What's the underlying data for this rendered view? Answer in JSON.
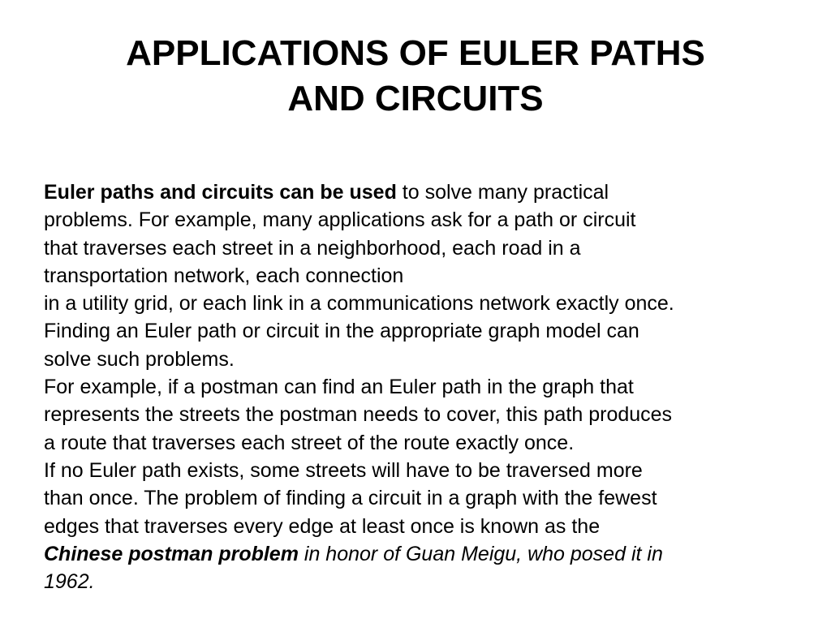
{
  "slide": {
    "title_lines": [
      "APPLICATIONS OF EULER PATHS",
      "AND CIRCUITS"
    ],
    "body": {
      "line1_bold": "Euler paths and circuits can be used",
      "line1_rest": " to solve many practical",
      "line2": "problems. For example, many applications ask for a path or circuit",
      "line3": "that traverses each street in a neighborhood, each road in a",
      "line4": "transportation network, each connection",
      "line5": "in a utility grid, or each link in a communications network exactly once.",
      "line6": "Finding an Euler path or circuit in the appropriate graph model can",
      "line7": "solve such problems.",
      "line8": "For example, if a postman can find an Euler path in the graph that",
      "line9": "represents the streets the postman needs to cover, this path produces",
      "line10": "a route that traverses each street of the route exactly once.",
      "line11": "If no Euler path exists, some streets will have to be traversed more",
      "line12": "than once. The problem of finding a circuit in a graph with the fewest",
      "line13": "edges that traverses every edge at least once is known as the",
      "line14_bold_italic": "Chinese postman problem",
      "line14_italic": " in honor of Guan Meigu, who posed it in",
      "line15_italic": "1962."
    }
  }
}
